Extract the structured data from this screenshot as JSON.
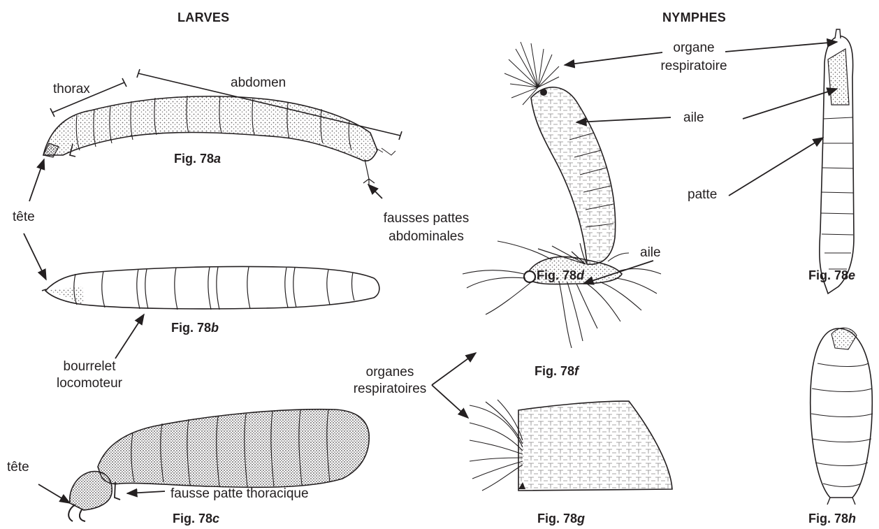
{
  "headings": {
    "larvae": "LARVES",
    "pupae": "NYMPHES"
  },
  "labels": {
    "thorax": "thorax",
    "abdomen": "abdomen",
    "tete_a": "tête",
    "tete_c": "tête",
    "fausses_pattes_l1": "fausses pattes",
    "fausses_pattes_l2": "abdominales",
    "bourrelet_l1": "bourrelet",
    "bourrelet_l2": "locomoteur",
    "fausse_patte_thoracique": "fausse patte thoracique",
    "organe_l1": "organe",
    "organe_l2": "respiratoire",
    "aile_d": "aile",
    "patte": "patte",
    "aile_f": "aile",
    "organes_l1": "organes",
    "organes_l2": "respiratoires"
  },
  "figures": {
    "a": {
      "prefix": "Fig. 78",
      "letter": "a"
    },
    "b": {
      "prefix": "Fig. 78",
      "letter": "b"
    },
    "c": {
      "prefix": "Fig. 78",
      "letter": "c"
    },
    "d": {
      "prefix": "Fig. 78",
      "letter": "d"
    },
    "e": {
      "prefix": "Fig. 78",
      "letter": "e"
    },
    "f": {
      "prefix": "Fig. 78",
      "letter": "f"
    },
    "g": {
      "prefix": "Fig. 78",
      "letter": "g"
    },
    "h": {
      "prefix": "Fig. 78",
      "letter": "h"
    }
  },
  "colors": {
    "ink": "#231f20",
    "stipple": "#6d6b6c",
    "background": "#ffffff"
  }
}
